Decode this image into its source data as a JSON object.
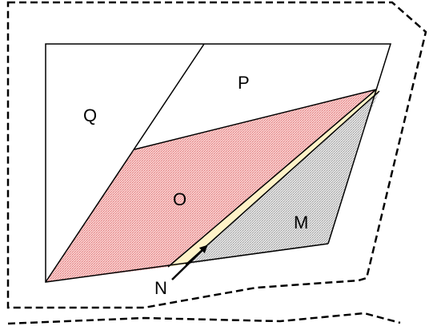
{
  "diagram": {
    "regions": [
      {
        "id": "Q",
        "label": "Q",
        "fill": "#ffffff",
        "pattern": "none"
      },
      {
        "id": "P",
        "label": "P",
        "fill": "#ffffff",
        "pattern": "none"
      },
      {
        "id": "O",
        "label": "O",
        "fill": "#f2b8b8",
        "pattern": "stipple-red"
      },
      {
        "id": "N",
        "label": "N",
        "fill": "#fff3c8",
        "pattern": "none"
      },
      {
        "id": "M",
        "label": "M",
        "fill": "#d9d9d9",
        "pattern": "stipple-grey"
      }
    ],
    "boundary_style": "dashed",
    "pointer_target": "N",
    "colors": {
      "stroke": "#000000",
      "region_o": "#f2b8b8",
      "region_n": "#fff3c8",
      "region_m": "#d9d9d9",
      "background": "#ffffff"
    }
  }
}
